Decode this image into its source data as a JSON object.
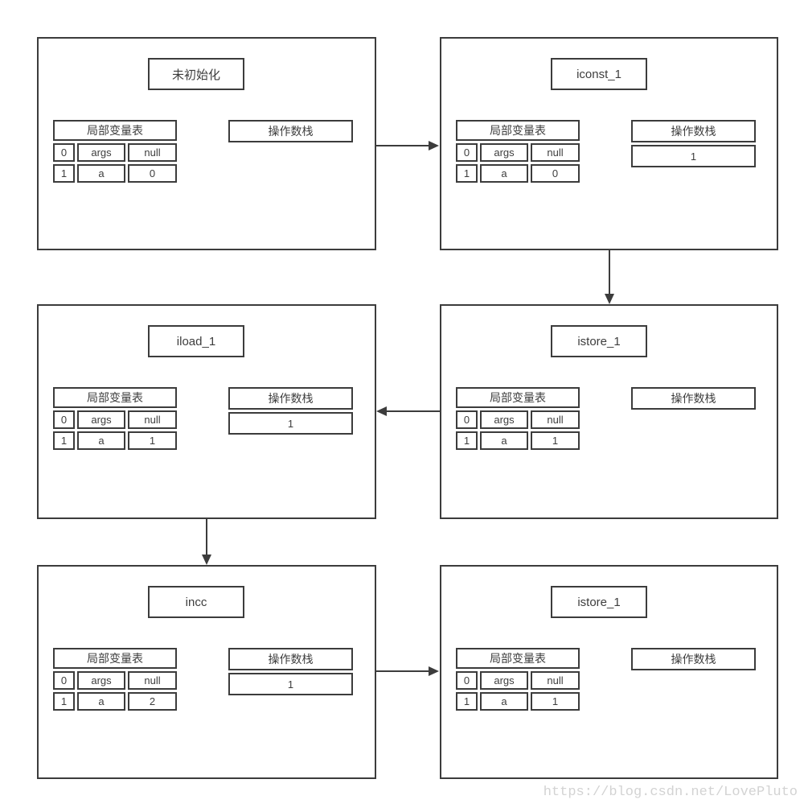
{
  "diagram": {
    "labels": {
      "lv_header": "局部变量表",
      "stack_header": "操作数栈"
    },
    "panels": [
      {
        "title": "未初始化",
        "lv": [
          [
            "0",
            "args",
            "null"
          ],
          [
            "1",
            "a",
            "0"
          ]
        ],
        "stack": []
      },
      {
        "title": "iconst_1",
        "lv": [
          [
            "0",
            "args",
            "null"
          ],
          [
            "1",
            "a",
            "0"
          ]
        ],
        "stack": [
          "1"
        ]
      },
      {
        "title": "iload_1",
        "lv": [
          [
            "0",
            "args",
            "null"
          ],
          [
            "1",
            "a",
            "1"
          ]
        ],
        "stack": [
          "1"
        ]
      },
      {
        "title": "istore_1",
        "lv": [
          [
            "0",
            "args",
            "null"
          ],
          [
            "1",
            "a",
            "1"
          ]
        ],
        "stack": []
      },
      {
        "title": "incc",
        "lv": [
          [
            "0",
            "args",
            "null"
          ],
          [
            "1",
            "a",
            "2"
          ]
        ],
        "stack": [
          "1"
        ]
      },
      {
        "title": "istore_1",
        "lv": [
          [
            "0",
            "args",
            "null"
          ],
          [
            "1",
            "a",
            "1"
          ]
        ],
        "stack": []
      }
    ],
    "flow": [
      "未初始化 → iconst_1",
      "iconst_1 → istore_1",
      "istore_1 → iload_1",
      "iload_1 → incc",
      "incc → istore_1"
    ],
    "colors": {
      "line": "#3c3c3c",
      "text": "#3d3d3d",
      "watermark": "#d3d3d3",
      "background": "#ffffff"
    },
    "watermark": "https://blog.csdn.net/LovePluto"
  }
}
